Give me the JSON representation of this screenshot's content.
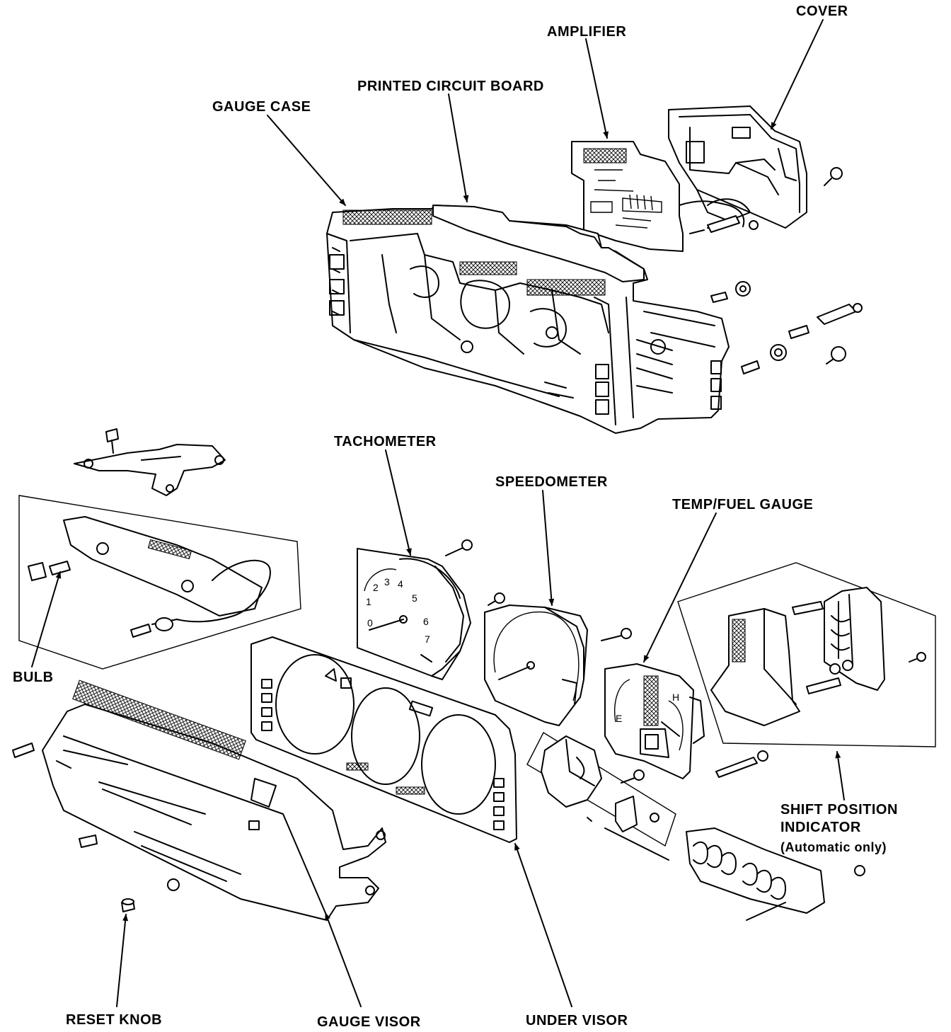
{
  "labels": {
    "cover": "COVER",
    "amplifier": "AMPLIFIER",
    "printed_circuit_board": "PRINTED CIRCUIT BOARD",
    "gauge_case": "GAUGE CASE",
    "tachometer": "TACHOMETER",
    "speedometer": "SPEEDOMETER",
    "temp_fuel_gauge": "TEMP/FUEL GAUGE",
    "bulb": "BULB",
    "shift_position_indicator_line1": "SHIFT POSITION",
    "shift_position_indicator_line2": "INDICATOR",
    "shift_position_indicator_note": "(Automatic only)",
    "reset_knob": "RESET KNOB",
    "gauge_visor": "GAUGE VISOR",
    "under_visor": "UNDER VISOR"
  }
}
